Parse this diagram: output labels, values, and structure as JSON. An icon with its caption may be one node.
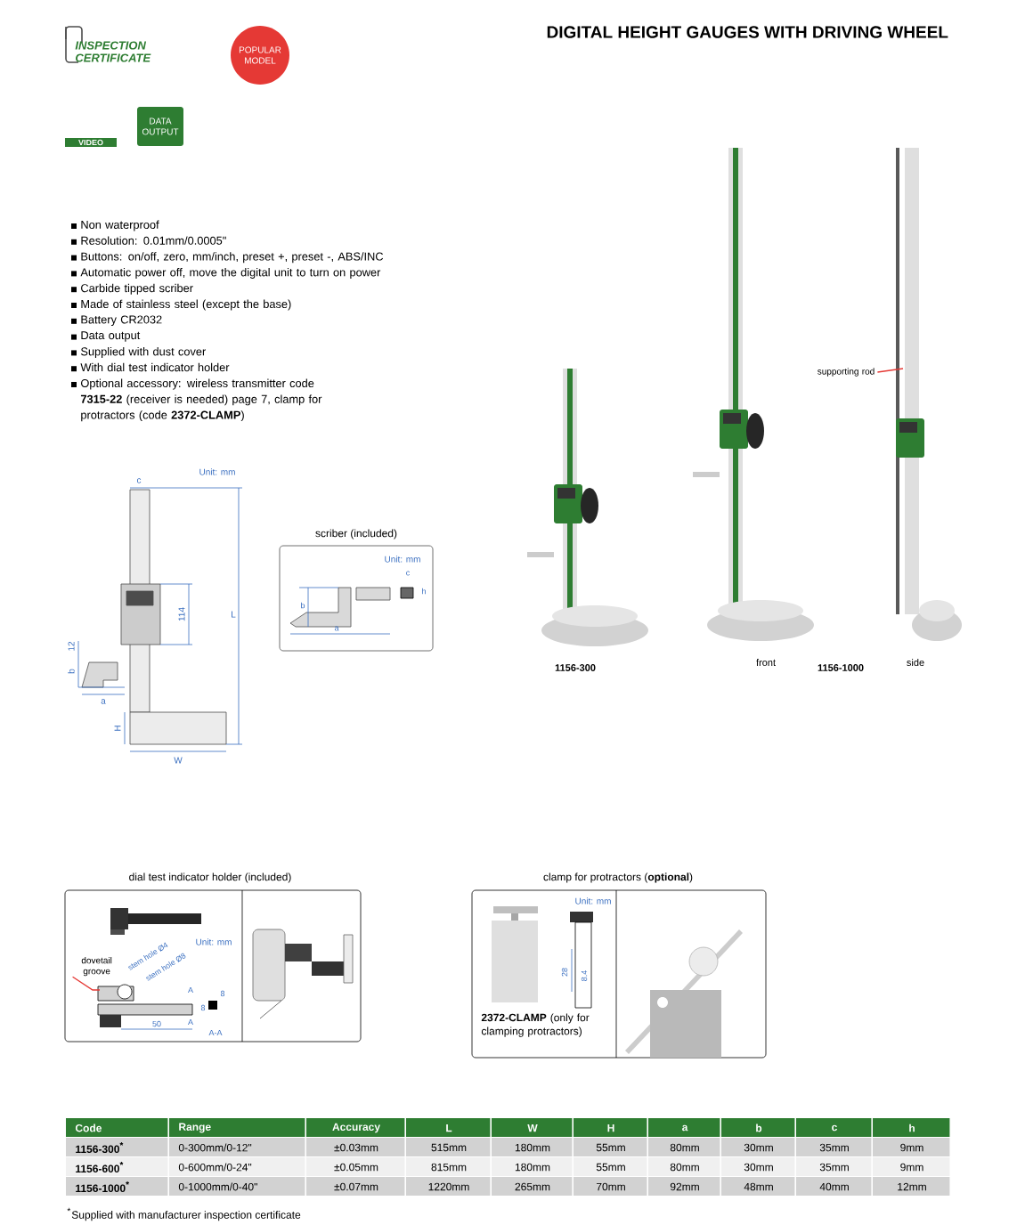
{
  "diagram": {
    "title": "DIGITAL HEIGHT GAUGES WITH DRIVING WHEEL",
    "nodes": [
      {
        "text": [
          "INSPECTION CERTIFICATE"
        ]
      },
      {
        "text": [
          "POPULAR MODEL"
        ]
      },
      {
        "text": [
          "VIDEO"
        ]
      },
      {
        "text": [
          "DATA OUTPUT"
        ]
      },
      {
        "text": [
          "scriber (included)",
          "Unit: mm"
        ]
      },
      {
        "text": [
          "dial test indicator holder (included)",
          "Unit: mm",
          "stem hole Ø4",
          "stem hole Ø8"
        ]
      },
      {
        "text": [
          "dovetail groove"
        ],
        "in": 5
      },
      {
        "text": [
          "clamp for protractors (**optional**)",
          "Unit: mm",
          "**2372-CLAMP** (only for clamping protractors)"
        ]
      },
      {
        "text": [
          "supporting rod"
        ]
      }
    ],
    "edges": [
      {
        "from": 8,
        "to": null,
        "arrow": "none"
      },
      {
        "from": 6,
        "to": null,
        "arrow": "none"
      }
    ],
    "labels": [
      "Non waterproof",
      "Resolution: 0.01mm/0.0005\"",
      "Buttons: on/off, zero, mm/inch, preset +, preset -, ABS/INC",
      "Automatic power off, move the digital unit to turn on power",
      "Carbide tipped scriber",
      "Made of stainless steel (except the base)",
      "Battery CR2032",
      "Data output",
      "Supplied with dust cover",
      "With dial test indicator holder",
      "Optional accessory: wireless transmitter code **7315-22** (receiver is needed) page 7, clamp for protractors (code **2372-CLAMP**)",
      "Unit: mm",
      "c",
      "114",
      "L",
      "12",
      "b",
      "a",
      "H",
      "W",
      "a",
      "b",
      "c",
      "h",
      "1156-300",
      "front",
      "1156-1000",
      "side",
      "A",
      "A",
      "50",
      "8",
      "8",
      "A-A",
      "28",
      "8.4",
      "Code",
      "Range",
      "Accuracy",
      "L",
      "W",
      "H",
      "a",
      "b",
      "c",
      "h",
      "1156-300$^{*}$",
      "0-300mm/0-12\"",
      "±0.03mm",
      "515mm",
      "180mm",
      "55mm",
      "80mm",
      "30mm",
      "35mm",
      "9mm",
      "1156-600$^{*}$",
      "0-600mm/0-24\"",
      "±0.05mm",
      "815mm",
      "180mm",
      "55mm",
      "80mm",
      "30mm",
      "35mm",
      "9mm",
      "1156-1000$^{*}$",
      "0-1000mm/0-40\"",
      "±0.07mm",
      "1220mm",
      "265mm",
      "70mm",
      "92mm",
      "48mm",
      "40mm",
      "12mm",
      "$^{*}$Supplied with manufacturer inspection certificate"
    ]
  }
}
